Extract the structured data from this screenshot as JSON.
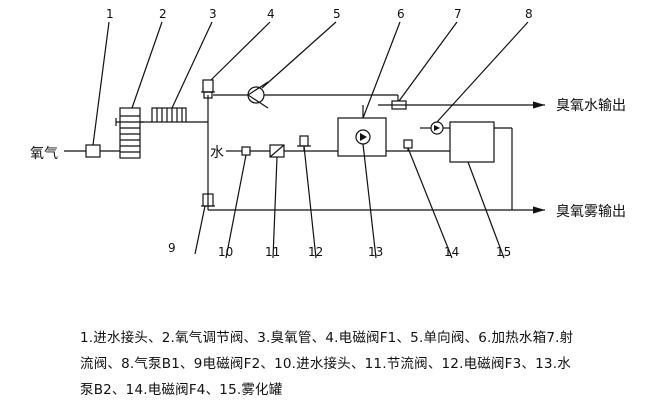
{
  "labels": {
    "oxygen": "氧气",
    "water": "水",
    "ozone_water_out": "臭氧水输出",
    "ozone_mist_out": "臭氧雾输出"
  },
  "numbers": [
    "1",
    "2",
    "3",
    "4",
    "5",
    "6",
    "7",
    "8",
    "9",
    "10",
    "11",
    "12",
    "13",
    "14",
    "15"
  ],
  "caption": {
    "line1": "1.进水接头、2.氧气调节阀、3.臭氧管、4.电磁阀F1、5.单向阀、6.加热水箱7.射",
    "line2": "流阀、8.气泵B1、9电磁阀F2、10.进水接头、11.节流阀、12.电磁阀F3、13.水",
    "line3": "泵B2、14.电磁阀F4、15.雾化罐"
  }
}
